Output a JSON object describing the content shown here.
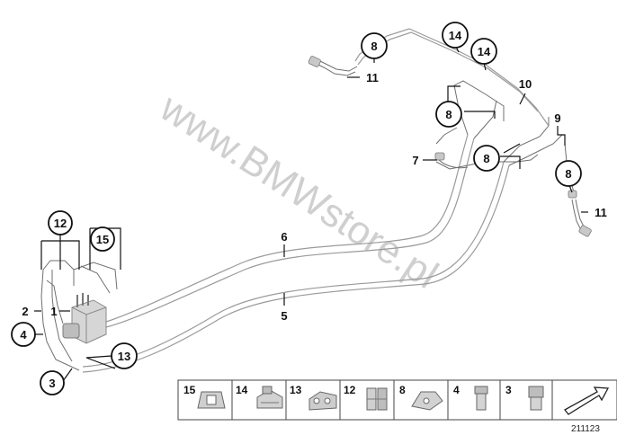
{
  "watermark": "www.BMWstore.pl",
  "callouts": {
    "c1": "1",
    "c2": "2",
    "c3": "3",
    "c4": "4",
    "c5": "5",
    "c6": "6",
    "c7": "7",
    "c8a": "8",
    "c8b": "8",
    "c8c": "8",
    "c8d": "8",
    "c9": "9",
    "c10": "10",
    "c11a": "11",
    "c11b": "11",
    "c12": "12",
    "c13": "13",
    "c14a": "14",
    "c14b": "14",
    "c15": "15"
  },
  "parts_legend": [
    {
      "number": "15",
      "icon": "clip-icon"
    },
    {
      "number": "14",
      "icon": "bracket-clip-icon"
    },
    {
      "number": "13",
      "icon": "double-clip-icon"
    },
    {
      "number": "12",
      "icon": "retainer-icon"
    },
    {
      "number": "8",
      "icon": "holder-icon"
    },
    {
      "number": "4",
      "icon": "union-nut-icon"
    },
    {
      "number": "3",
      "icon": "screw-fitting-icon"
    }
  ],
  "diagram_id": "211123"
}
